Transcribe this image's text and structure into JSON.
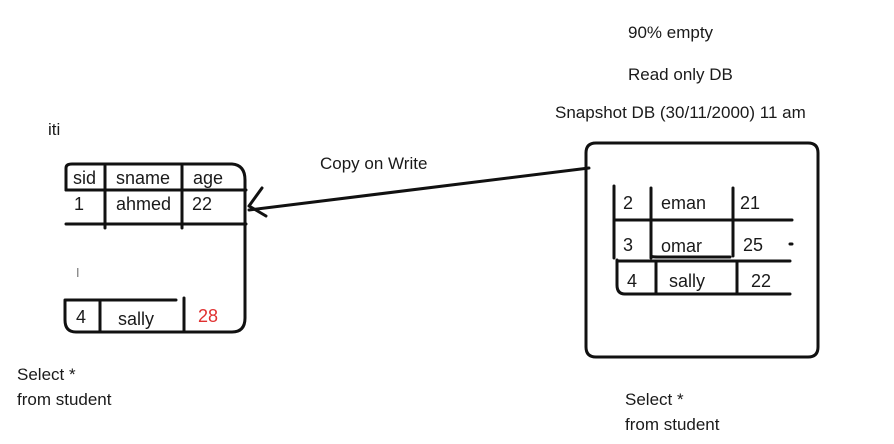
{
  "labels": {
    "empty": "90% empty",
    "readonly": "Read only DB",
    "snapshot": "Snapshot DB (30/11/2000)  11 am",
    "iti": "iti",
    "copy_on_write": "Copy on Write",
    "query_left_1": "Select *",
    "query_left_2": "from student",
    "query_right_1": "Select *",
    "query_right_2": "from student",
    "cursor": "I"
  },
  "source_table": {
    "headers": [
      "sid",
      "sname",
      "age"
    ],
    "rows": [
      [
        "1",
        "ahmed",
        "22"
      ],
      [
        "4",
        "sally",
        "28"
      ]
    ],
    "highlight_color": "#e03030"
  },
  "snapshot_table": {
    "rows": [
      [
        "2",
        "eman",
        "21"
      ],
      [
        "3",
        "omar",
        "25"
      ],
      [
        "4",
        "sally",
        "22"
      ]
    ]
  }
}
